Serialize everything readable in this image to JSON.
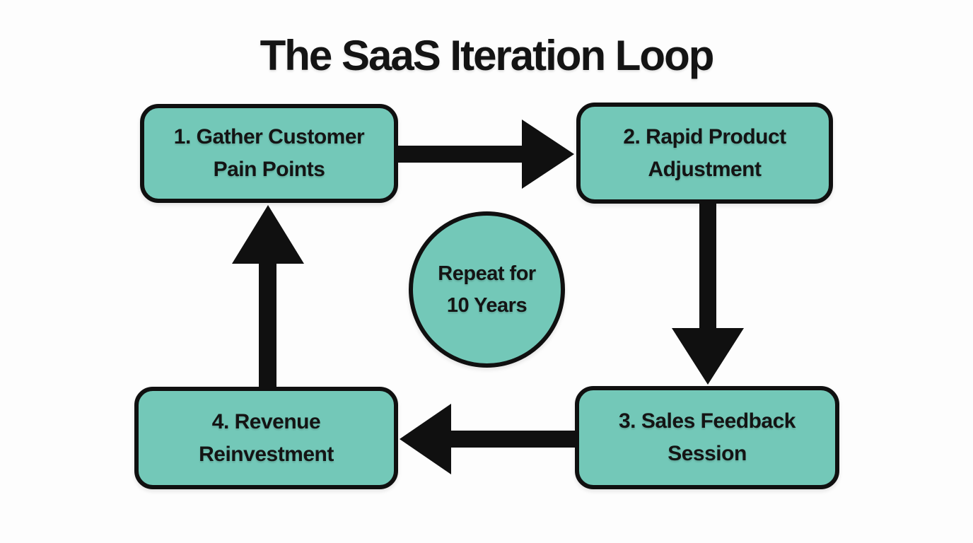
{
  "title": "The SaaS Iteration Loop",
  "colors": {
    "accent": "#73c8b8",
    "outline": "#101010",
    "ink": "#141414",
    "background": "#fdfdfd"
  },
  "nodes": [
    {
      "id": "step1",
      "lines": [
        "1. Gather Customer",
        "Pain Points"
      ]
    },
    {
      "id": "step2",
      "lines": [
        "2. Rapid Product",
        "Adjustment"
      ]
    },
    {
      "id": "step3",
      "lines": [
        "3. Sales Feedback",
        "Session"
      ]
    },
    {
      "id": "step4",
      "lines": [
        "4. Revenue",
        "Reinvestment"
      ]
    }
  ],
  "center": {
    "lines": [
      "Repeat for",
      "10 Years"
    ]
  },
  "arrows": [
    {
      "from": "step1",
      "to": "step2",
      "direction": "right"
    },
    {
      "from": "step2",
      "to": "step3",
      "direction": "down"
    },
    {
      "from": "step3",
      "to": "step4",
      "direction": "left"
    },
    {
      "from": "step4",
      "to": "step1",
      "direction": "up"
    }
  ]
}
